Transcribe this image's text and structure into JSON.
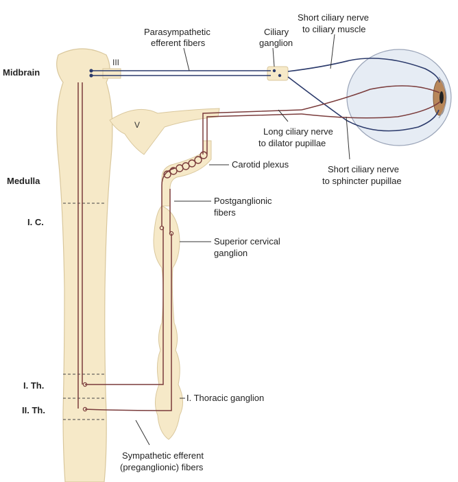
{
  "regions": {
    "midbrain": "Midbrain",
    "medulla": "Medulla",
    "first_cervical": "I. C.",
    "first_thoracic": "I. Th.",
    "second_thoracic": "II. Th."
  },
  "cranial_nerves": {
    "oculomotor": "III",
    "trigeminal": "V"
  },
  "labels": {
    "parasympathetic_1": "Parasympathetic",
    "parasympathetic_2": "efferent fibers",
    "ciliary_ganglion_1": "Ciliary",
    "ciliary_ganglion_2": "ganglion",
    "short_ciliary_muscle_1": "Short ciliary nerve",
    "short_ciliary_muscle_2": "to ciliary muscle",
    "long_ciliary_1": "Long ciliary nerve",
    "long_ciliary_2": "to dilator pupillae",
    "carotid_plexus": "Carotid plexus",
    "short_ciliary_sphincter_1": "Short ciliary nerve",
    "short_ciliary_sphincter_2": "to sphincter pupillae",
    "postganglionic_1": "Postganglionic",
    "postganglionic_2": "fibers",
    "superior_cervical_1": "Superior cervical",
    "superior_cervical_2": "ganglion",
    "thoracic_ganglion": "I. Thoracic ganglion",
    "sympathetic_1": "Sympathetic efferent",
    "sympathetic_2": "(preganglionic) fibers"
  },
  "colors": {
    "tissue_fill": "#f6e9c8",
    "tissue_outline": "#d9c79c",
    "sympathetic_fiber": "#7a3b3b",
    "parasympathetic_fiber": "#2b3a6b",
    "eye_fill": "#e6ecf4",
    "leader": "#333333"
  }
}
